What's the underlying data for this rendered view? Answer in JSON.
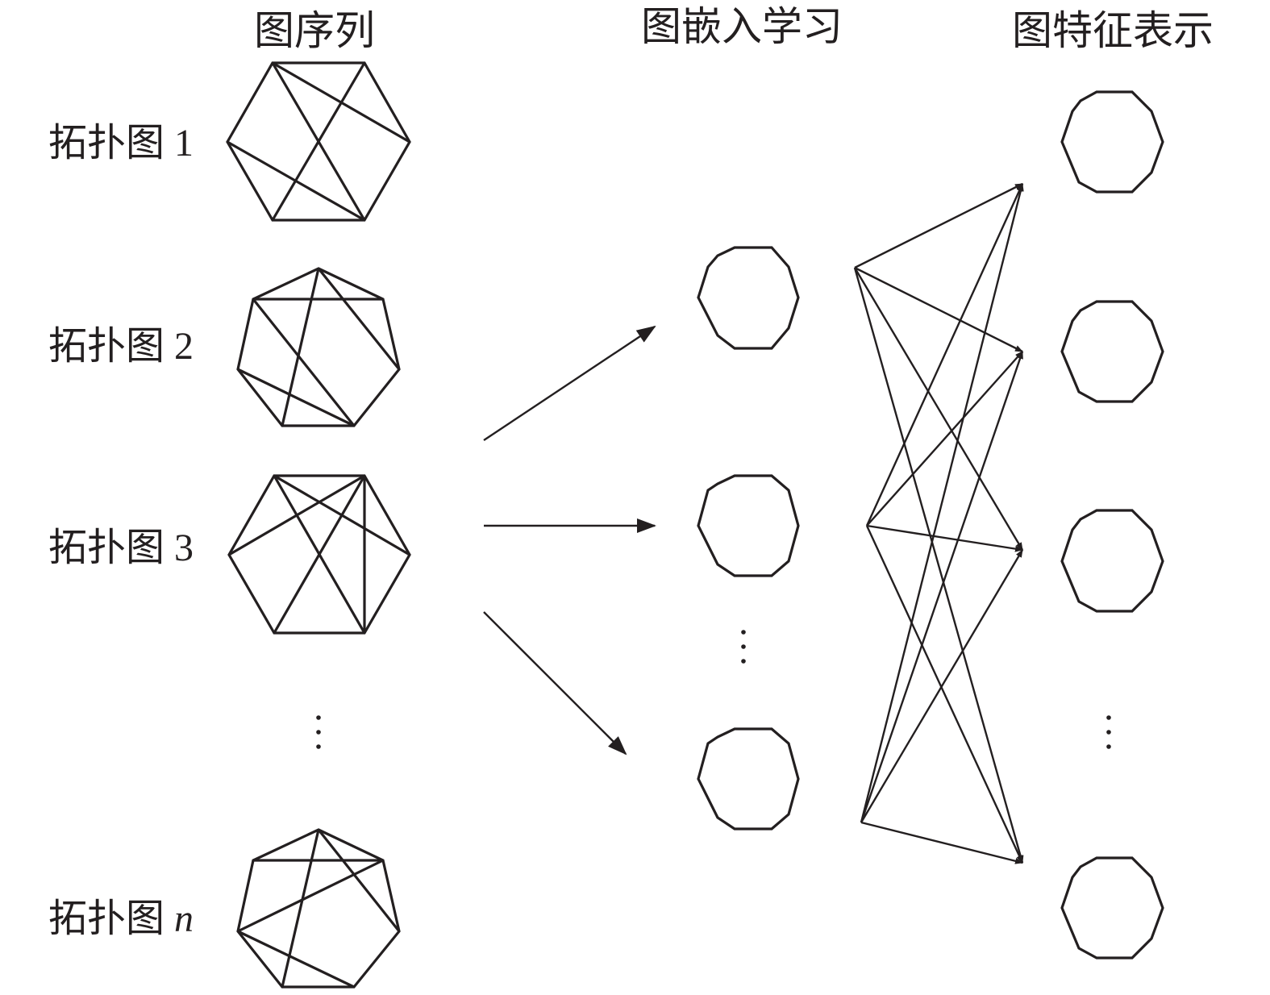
{
  "titles": {
    "sequence": "图序列",
    "embedding": "图嵌入学习",
    "features": "图特征表示"
  },
  "graph_labels": [
    {
      "prefix": "拓扑图 ",
      "index": "1"
    },
    {
      "prefix": "拓扑图 ",
      "index": "2"
    },
    {
      "prefix": "拓扑图 ",
      "index": "3"
    },
    {
      "prefix": "拓扑图 ",
      "index": "n"
    }
  ],
  "colors": {
    "ink": "#231f20",
    "background": "#ffffff"
  }
}
